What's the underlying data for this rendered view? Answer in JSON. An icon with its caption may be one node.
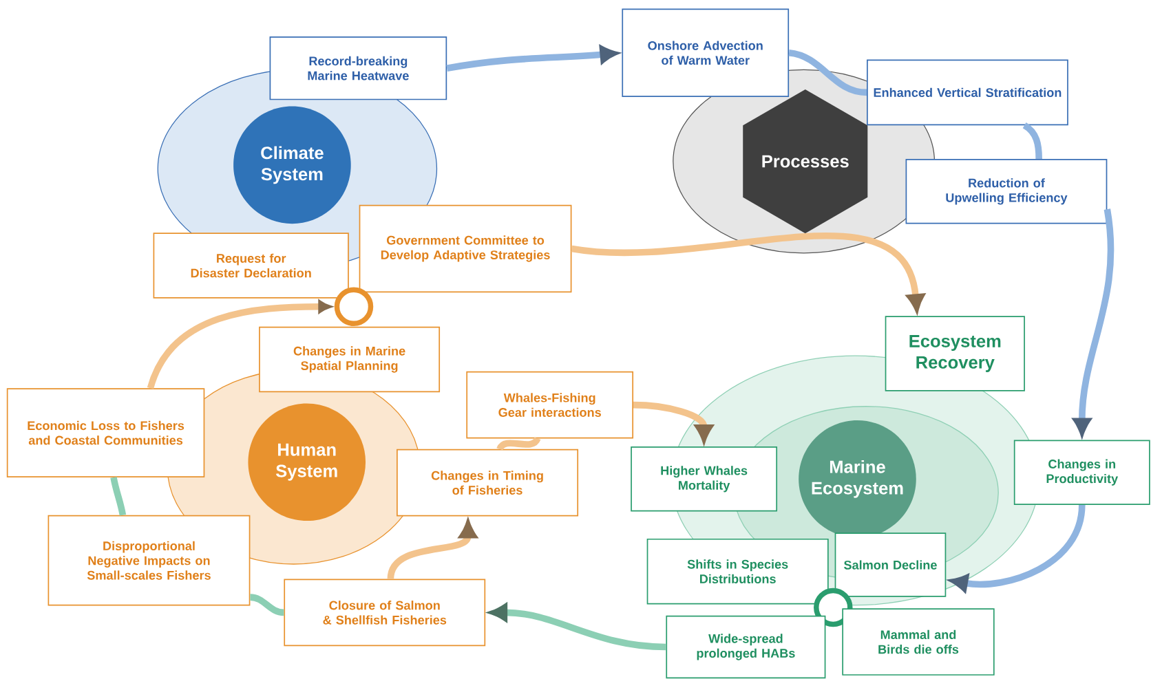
{
  "diagram": {
    "nodes": [
      {
        "text": [
          "Climate System"
        ]
      },
      {
        "text": [
          "Record-breaking Marine Heatwave"
        ]
      },
      {
        "text": [
          "Processes"
        ]
      },
      {
        "text": [
          "Onshore Advection of Warm Water"
        ]
      },
      {
        "text": [
          "Enhanced Vertical Stratification"
        ]
      },
      {
        "text": [
          "Reduction of Upwelling Efficiency"
        ]
      },
      {
        "text": [
          "Request for Disaster Declaration"
        ]
      },
      {
        "text": [
          "Government Committee to Develop Adaptive Strategies"
        ]
      },
      {
        "text": [],
        "shape": "circle"
      },
      {
        "text": [
          "Changes in Marine Spatial Planning"
        ]
      },
      {
        "text": [
          "Human System"
        ]
      },
      {
        "text": [
          "Economic Loss to Fishers and Coastal Communities"
        ]
      },
      {
        "text": [
          "Whales-Fishing Gear interactions"
        ]
      },
      {
        "text": [
          "Changes in Timing of Fisheries"
        ]
      },
      {
        "text": [
          "Disproportional Negative Impacts on Small-scales Fishers"
        ]
      },
      {
        "text": [
          "Closure of Salmon & Shellfish Fisheries"
        ]
      },
      {
        "text": [
          "Ecosystem Recovery"
        ]
      },
      {
        "text": [
          "Marine Ecosystem"
        ]
      },
      {
        "text": [
          "Higher Whales Mortality"
        ]
      },
      {
        "text": [
          "Changes in Productivity"
        ]
      },
      {
        "text": [
          "Shifts in Species Distributions"
        ]
      },
      {
        "text": [
          "Salmon Decline"
        ]
      },
      {
        "text": [],
        "shape": "circle"
      },
      {
        "text": [
          "Wide-spread prolonged HABs"
        ]
      },
      {
        "text": [
          "Mammal and Birds die offs"
        ]
      }
    ],
    "edges": [
      {
        "from": 1,
        "to": 3,
        "arrow": "to",
        "color": "#8fb4e0"
      },
      {
        "from": 3,
        "to": 4,
        "arrow": "none",
        "color": "#8fb4e0"
      },
      {
        "from": 4,
        "to": 5,
        "arrow": "none",
        "color": "#8fb4e0"
      },
      {
        "from": 5,
        "to": 19,
        "arrow": "to",
        "color": "#8fb4e0"
      },
      {
        "from": 19,
        "to": 21,
        "arrow": "to",
        "color": "#8fb4e0"
      },
      {
        "from": 23,
        "to": 15,
        "arrow": "to",
        "color": "#8ccfb4"
      },
      {
        "from": 15,
        "to": 14,
        "arrow": "none",
        "color": "#8ccfb4"
      },
      {
        "from": 14,
        "to": 11,
        "arrow": "none",
        "color": "#8ccfb4"
      },
      {
        "from": 11,
        "to": 8,
        "arrow": "to",
        "color": "#f3c38c"
      },
      {
        "from": 7,
        "to": 16,
        "arrow": "to",
        "color": "#f3c38c"
      },
      {
        "from": 15,
        "to": 13,
        "arrow": "to",
        "color": "#f3c38c"
      },
      {
        "from": 13,
        "to": 12,
        "arrow": "none",
        "color": "#f3c38c"
      },
      {
        "from": 12,
        "to": 18,
        "arrow": "to",
        "color": "#f3c38c"
      }
    ]
  }
}
